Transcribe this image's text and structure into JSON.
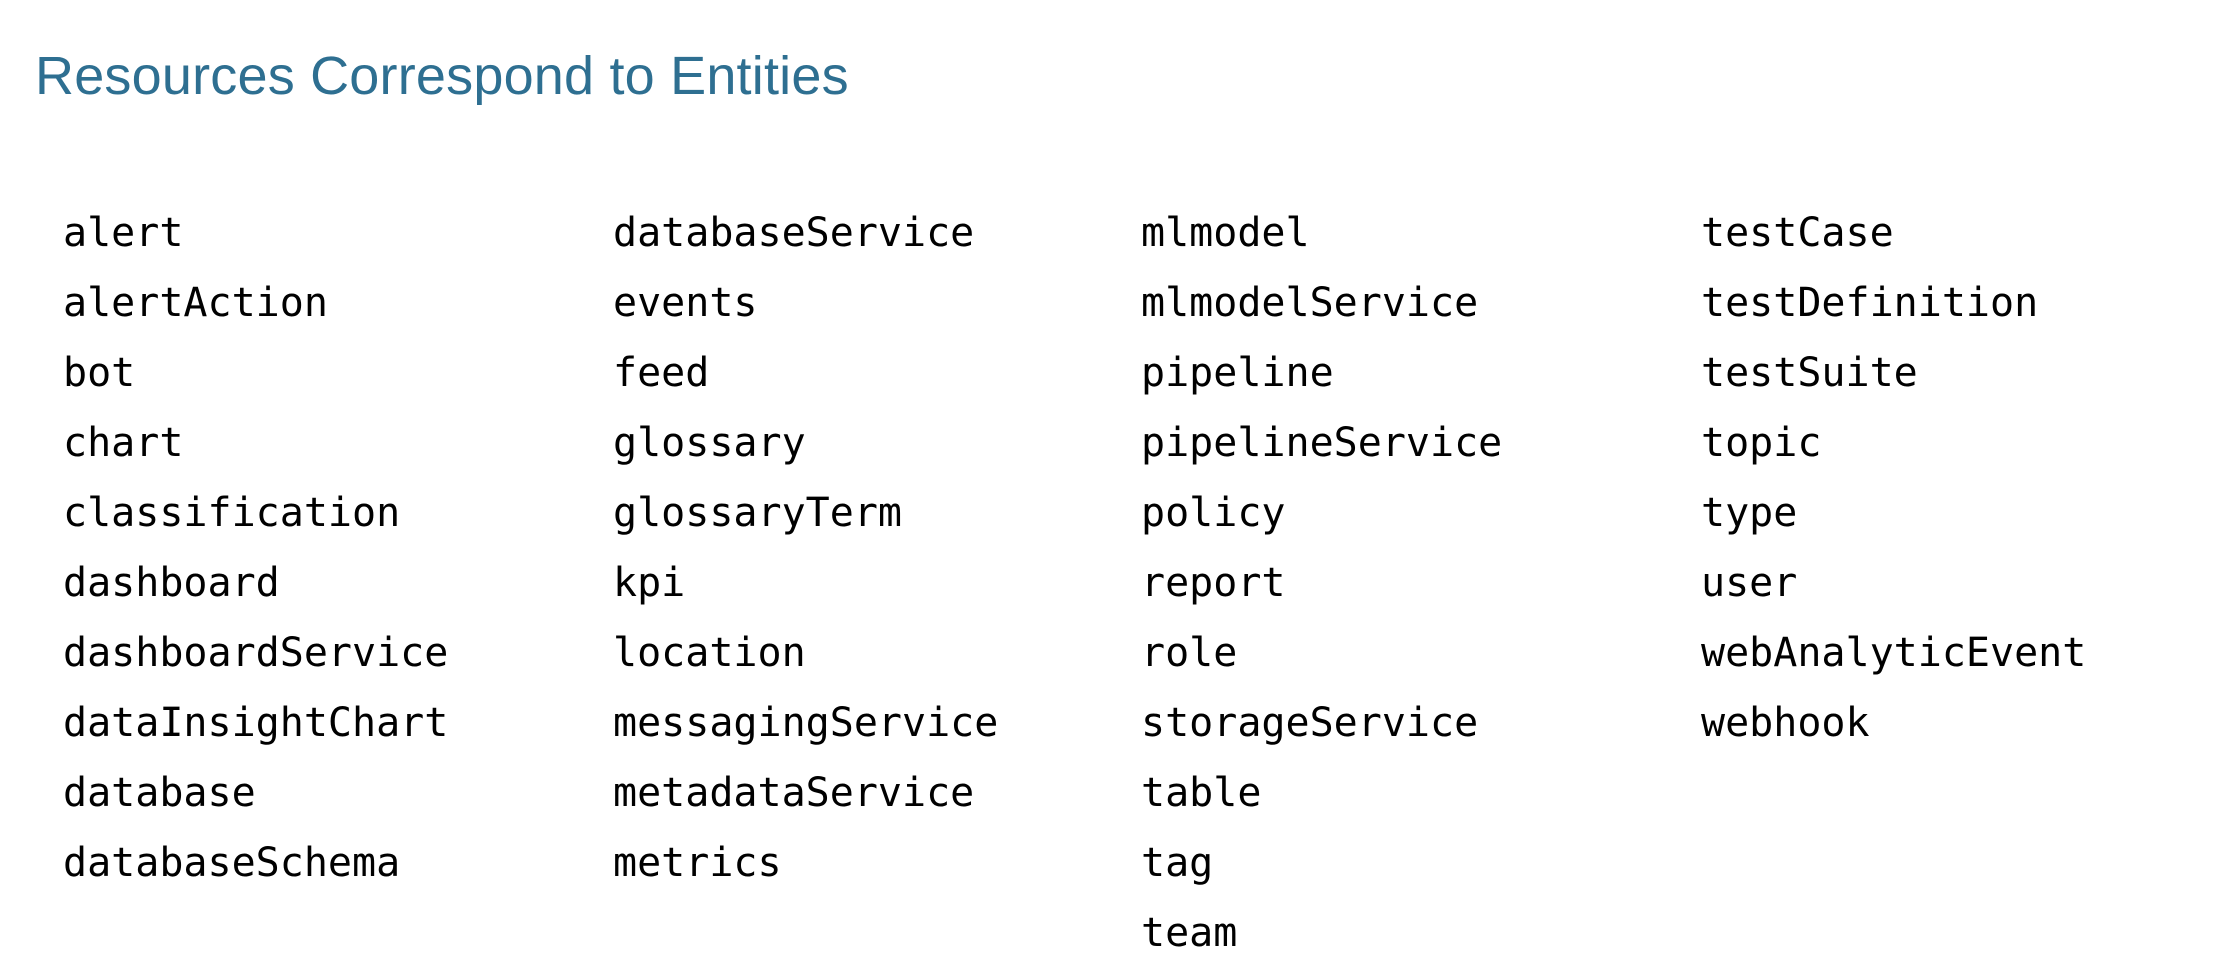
{
  "slide": {
    "title": "Resources Correspond to Entities",
    "title_color": "#2e6f91",
    "background_color": "#ffffff",
    "text_color": "#000000"
  },
  "columns": [
    {
      "items": [
        "alert",
        "alertAction",
        "bot",
        "chart",
        "classification",
        "dashboard",
        "dashboardService",
        "dataInsightChart",
        "database",
        "databaseSchema"
      ]
    },
    {
      "items": [
        "databaseService",
        "events",
        "feed",
        "glossary",
        "glossaryTerm",
        "kpi",
        "location",
        "messagingService",
        "metadataService",
        "metrics"
      ]
    },
    {
      "items": [
        "mlmodel",
        "mlmodelService",
        "pipeline",
        "pipelineService",
        "policy",
        "report",
        "role",
        "storageService",
        "table",
        "tag",
        "team"
      ]
    },
    {
      "items": [
        "testCase",
        "testDefinition",
        "testSuite",
        "topic",
        "type",
        "user",
        "webAnalyticEvent",
        "webhook"
      ]
    }
  ]
}
